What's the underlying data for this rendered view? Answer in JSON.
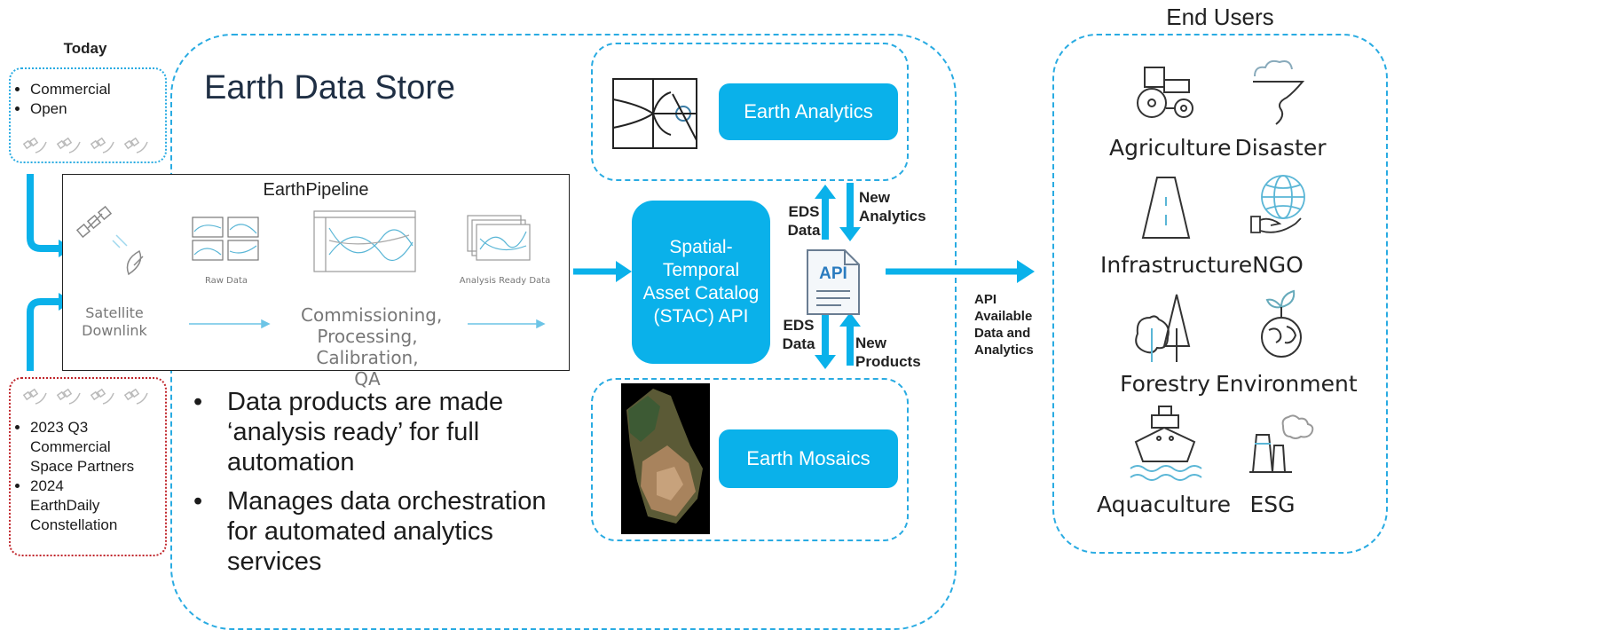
{
  "today": {
    "title": "Today",
    "top_list": [
      "Commercial",
      "Open"
    ],
    "bottom_list": [
      "2023 Q3 Commercial Space Partners",
      "2024 EarthDaily Constellation"
    ]
  },
  "eds": {
    "title": "Earth Data Store",
    "bullets": [
      "Data products are made ‘analysis ready’ for full automation",
      "Manages data orchestration for automated analytics services"
    ]
  },
  "pipeline": {
    "title": "EarthPipeline",
    "satellite_label": "Satellite Downlink",
    "raw_label": "Raw Data",
    "process_label": "Commissioning, Processing, Calibration, QA",
    "ard_label": "Analysis Ready Data"
  },
  "stac": {
    "label": "Spatial-Temporal Asset Catalog (STAC) API"
  },
  "analytics": {
    "label": "Earth Analytics"
  },
  "mosaics": {
    "label": "Earth Mosaics"
  },
  "api": {
    "icon_text": "API",
    "eds_data_top": "EDS Data",
    "new_analytics": "New Analytics",
    "eds_data_bottom": "EDS Data",
    "new_products": "New Products",
    "right_label": "API Available Data and Analytics"
  },
  "end_users": {
    "title": "End Users",
    "items": [
      "Agriculture",
      "Disaster",
      "Infrastructure",
      "NGO",
      "Forestry",
      "Environment",
      "Aquaculture",
      "ESG"
    ]
  },
  "colors": {
    "accent": "#0ab1ea",
    "dashed": "#29abe2",
    "red_dotted": "#c0262c"
  }
}
